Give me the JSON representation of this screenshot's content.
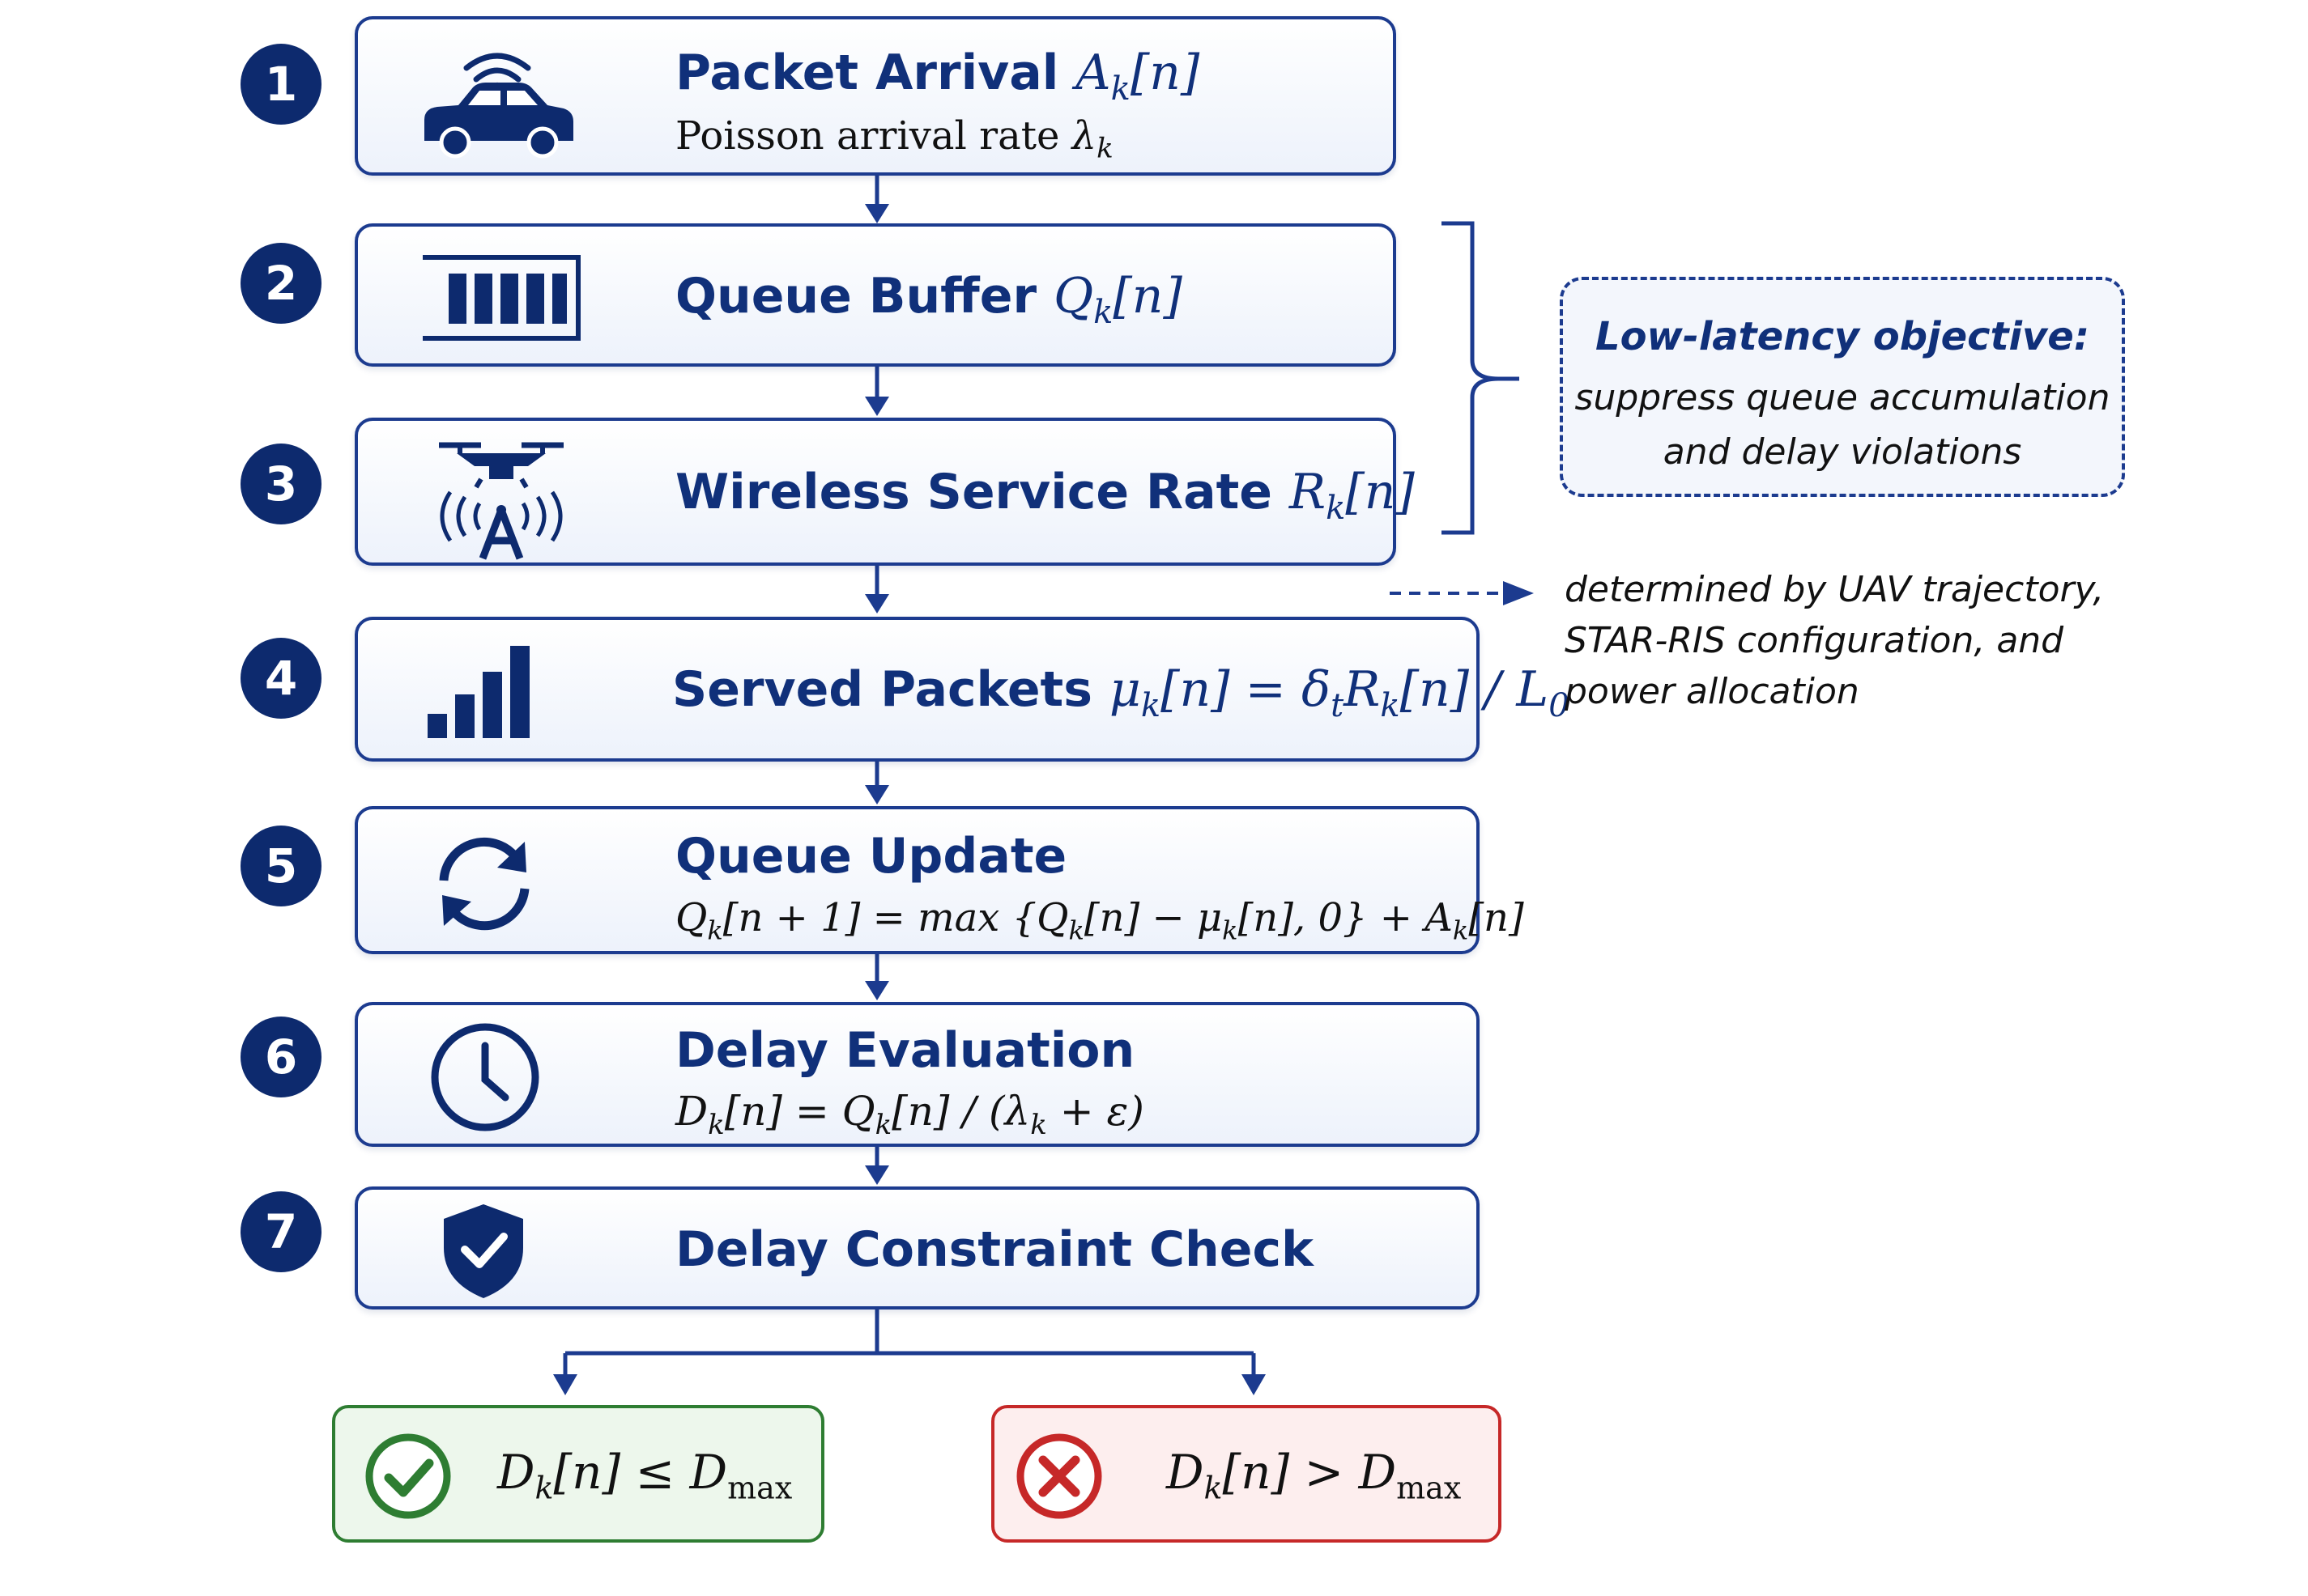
{
  "steps": [
    {
      "number": "1",
      "title": "Packet Arrival",
      "var": "A",
      "sub": "k",
      "args": "[n]",
      "line2_text": "Poisson arrival rate ",
      "line2_var": "λ",
      "line2_sub": "k"
    },
    {
      "number": "2",
      "title": "Queue Buffer",
      "var": "Q",
      "sub": "k",
      "args": "[n]"
    },
    {
      "number": "3",
      "title": "Wireless Service Rate",
      "var": "R",
      "sub": "k",
      "args": "[n]"
    },
    {
      "number": "4",
      "title": "Served Packets",
      "var": "μ",
      "sub": "k",
      "args": "[n] = δ",
      "sub2": "t",
      "args2": "R",
      "sub3": "k",
      "args3": "[n] / L",
      "sub4": "0"
    },
    {
      "number": "5",
      "title": "Queue Update",
      "formula": "Q_k[n + 1] = max {Q_k[n] − μ_k[n], 0} + A_k[n]"
    },
    {
      "number": "6",
      "title": "Delay Evaluation",
      "formula": "D_k[n] = Q_k[n] / (λ_k + ε)"
    },
    {
      "number": "7",
      "title": "Delay Constraint Check"
    }
  ],
  "formulas": {
    "step5": {
      "p1": "Q",
      "s1": "k",
      "p2": "[n + 1] = max {Q",
      "s2": "k",
      "p3": "[n] − μ",
      "s3": "k",
      "p4": "[n], 0} + A",
      "s4": "k",
      "p5": "[n]"
    },
    "step6": {
      "p1": "D",
      "s1": "k",
      "p2": "[n] = Q",
      "s2": "k",
      "p3": "[n] / (λ",
      "s3": "k",
      "p4": " + ε)"
    }
  },
  "objective": {
    "title": "Low-latency objective:",
    "line1": "suppress queue accumulation",
    "line2": "and delay violations"
  },
  "factors": {
    "line1": "determined by UAV trajectory,",
    "line2": "STAR-RIS configuration, and",
    "line3": "power allocation"
  },
  "outcomes": {
    "pass": {
      "p1": "D",
      "s1": "k",
      "p2": "[n] ≤ D",
      "s2": "max",
      "color": "#2e7d32",
      "bg": "#edf7ec"
    },
    "fail": {
      "p1": "D",
      "s1": "k",
      "p2": "[n] > D",
      "s2": "max",
      "color": "#c62828",
      "bg": "#fdeeee"
    }
  },
  "colors": {
    "primary": "#10307a",
    "border": "#1c3b8f",
    "pass": "#2e7d32",
    "fail": "#c62828"
  },
  "icons": [
    "car-wifi-icon",
    "queue-buffer-icon",
    "drone-antenna-icon",
    "signal-bars-icon",
    "refresh-cycle-icon",
    "clock-icon",
    "shield-check-icon",
    "check-circle-icon",
    "x-circle-icon"
  ]
}
